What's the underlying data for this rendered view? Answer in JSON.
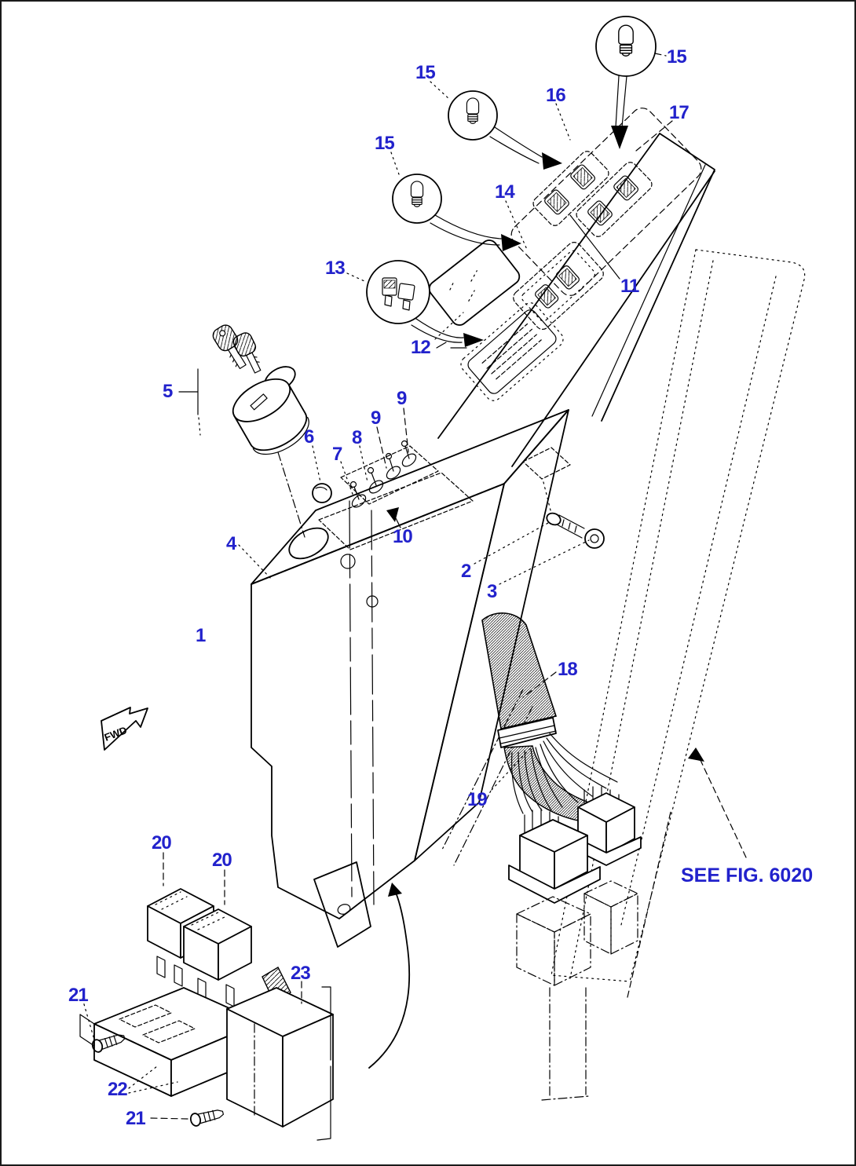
{
  "figure": {
    "kind": "exploded-parts-diagram",
    "reference_note": "SEE FIG. 6020",
    "direction_flag": "FWD"
  },
  "colors": {
    "callout_text": "#2222cc",
    "line": "#000000",
    "background": "#ffffff"
  },
  "parts": {
    "p1": "1",
    "p2": "2",
    "p3": "3",
    "p4": "4",
    "p5": "5",
    "p6": "6",
    "p7": "7",
    "p8": "8",
    "p9": "9",
    "p10": "10",
    "p11": "11",
    "p12": "12",
    "p13": "13",
    "p14": "14",
    "p15": "15",
    "p16": "16",
    "p17": "17",
    "p18": "18",
    "p19": "19",
    "p20": "20",
    "p21": "21",
    "p22": "22",
    "p23": "23"
  },
  "detail_insets": [
    {
      "part": "15",
      "icon": "bulb-icon"
    },
    {
      "part": "15",
      "icon": "bulb-icon"
    },
    {
      "part": "15",
      "icon": "bulb-icon"
    },
    {
      "part": "13",
      "icon": "switch-icon"
    }
  ]
}
